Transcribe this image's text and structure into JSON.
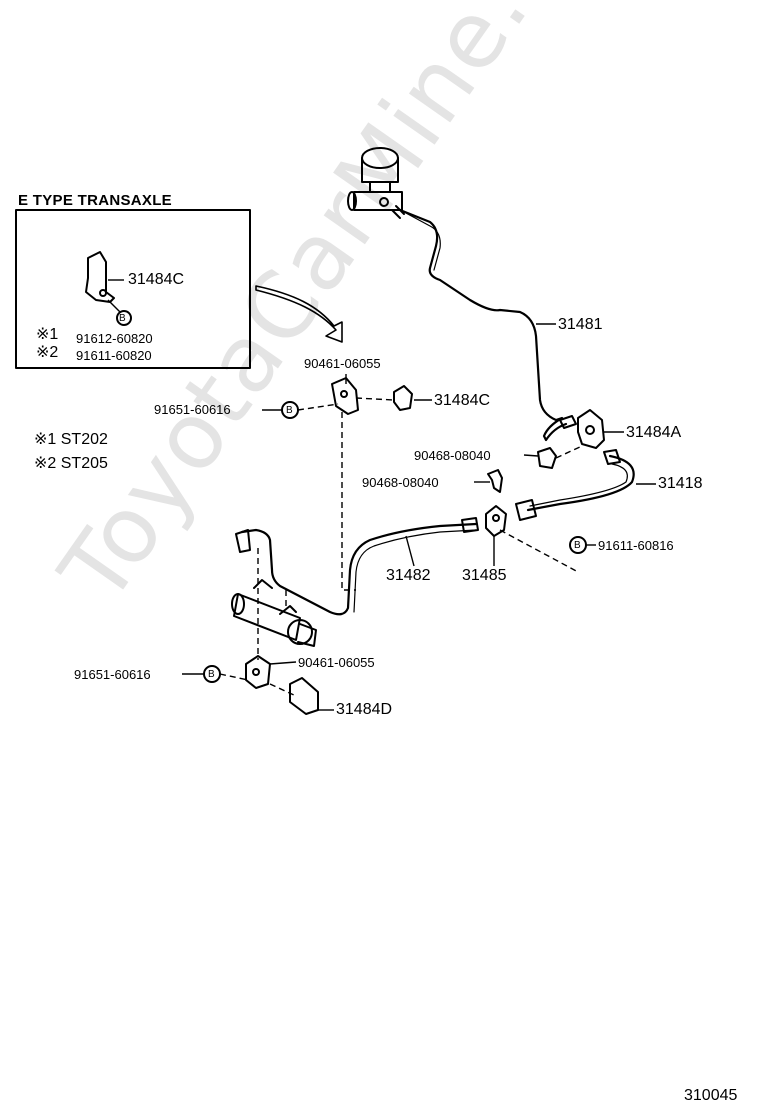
{
  "watermark": "ToyotaCarMine.ru",
  "inset": {
    "title": "E TYPE TRANSAXLE",
    "part_bracket": "31484C",
    "bolt_symbol": "B",
    "note1_mark": "※1",
    "note1_part": "91612-60820",
    "note2_mark": "※2",
    "note2_part": "91611-60820"
  },
  "legend": {
    "note1": "※1 ST202",
    "note2": "※2 ST205"
  },
  "parts": {
    "clip_upper": "90461-06055",
    "bolt_upper": "91651-60616",
    "bracket_upper": "31484C",
    "tube_upper": "31481",
    "bracket_a": "31484A",
    "clip_a": "90468-08040",
    "clip_b": "90468-08040",
    "hose": "31418",
    "bolt_right": "91611-60816",
    "tube_lower": "31482",
    "bracket_485": "31485",
    "clip_lower": "90461-06055",
    "bolt_lower": "91651-60616",
    "bracket_d": "31484D"
  },
  "bolt_symbol": "B",
  "figure_number": "310045"
}
